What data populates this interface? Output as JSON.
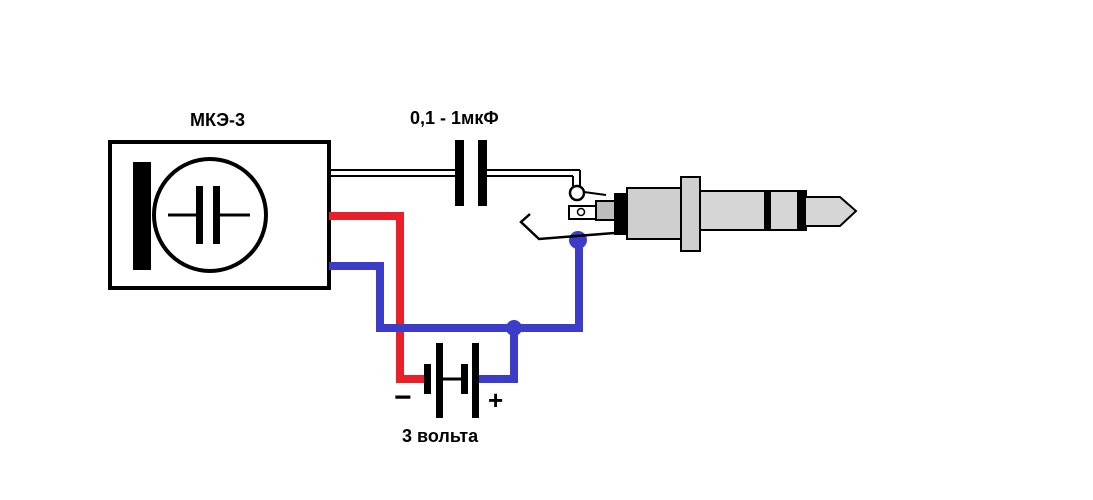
{
  "labels": {
    "mic": "МКЭ-3",
    "capacitor": "0,1 - 1мкФ",
    "battery": "3 вольта",
    "minus": "−",
    "plus": "+"
  },
  "colors": {
    "red_wire": "#e8202a",
    "blue_wire": "#3c3cc8",
    "black": "#000000",
    "plug_body": "#c8c8c8",
    "plug_light": "#d8d8d8"
  }
}
